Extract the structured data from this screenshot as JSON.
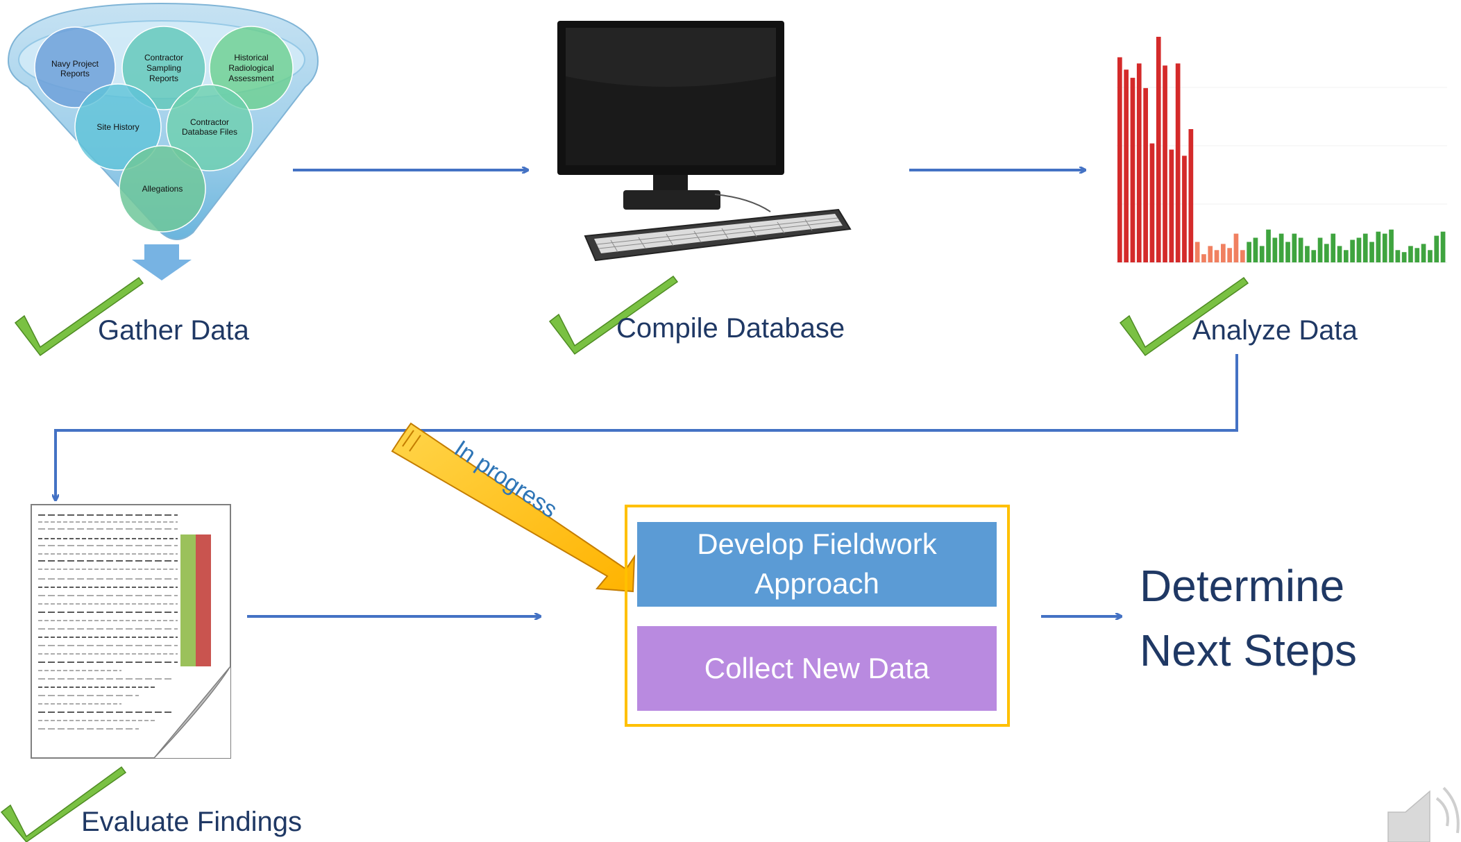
{
  "funnel": {
    "circles": [
      {
        "label": "Navy Project Reports"
      },
      {
        "label": "Contractor Sampling Reports"
      },
      {
        "label": "Historical Radiological Assessment"
      },
      {
        "label": "Site History"
      },
      {
        "label": "Contractor Database Files"
      },
      {
        "label": "Allegations"
      }
    ]
  },
  "steps": {
    "gather": "Gather Data",
    "compile": "Compile Database",
    "analyze": "Analyze Data",
    "evaluate": "Evaluate Findings"
  },
  "in_progress": "In progress",
  "boxes": {
    "fieldwork": "Develop Fieldwork Approach",
    "collect": "Collect New Data"
  },
  "next_steps": "Determine Next Steps",
  "colors": {
    "arrow": "#4472c4",
    "label": "#1f3864",
    "check": "#7ac143",
    "banner": "#ffc000",
    "box_blue": "#5b9bd5",
    "box_purple": "#b98ae0",
    "box_border": "#ffc000",
    "bar_red": "#d42a2a",
    "bar_green": "#3fa43f"
  },
  "chart_data": {
    "type": "bar",
    "categories": [],
    "series": [
      {
        "values": [
          100,
          94,
          90,
          97,
          85,
          58,
          110,
          96,
          55,
          97,
          52,
          65,
          10,
          4,
          8,
          6,
          9,
          7,
          14,
          6,
          10,
          12,
          8,
          16,
          12,
          14,
          10,
          14,
          12,
          8,
          6,
          12,
          9,
          14,
          8,
          6,
          11,
          12,
          14,
          10,
          15,
          14,
          16,
          6,
          5,
          8,
          7,
          9,
          6,
          13,
          15
        ]
      }
    ]
  }
}
